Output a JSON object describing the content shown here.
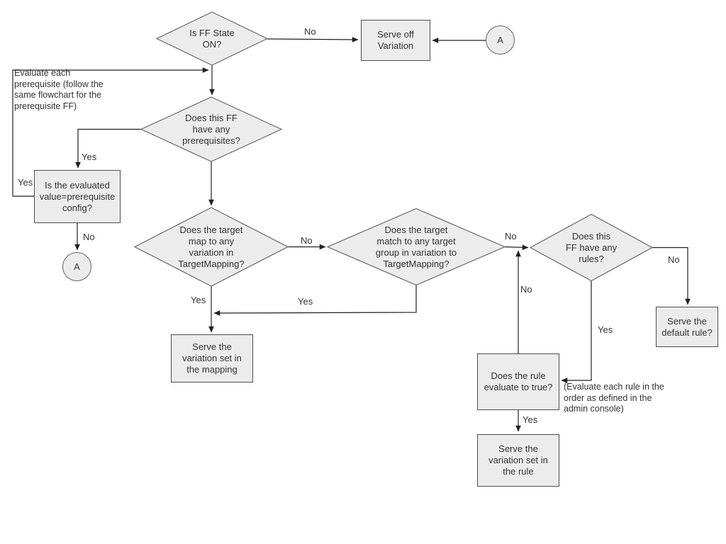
{
  "diagram_type": "flowchart",
  "topic": "Feature flag (FF) evaluation flow",
  "colors": {
    "background": "#ffffff",
    "shape_fill": "#ececec",
    "shape_border": "#4d4d4d",
    "diamond_border": "#666666",
    "line": "#212121",
    "text": "#333333"
  },
  "nodes": {
    "ff_state": {
      "type": "decision",
      "label": "Is FF State\nON?"
    },
    "serve_off": {
      "type": "process",
      "label": "Serve off\nVariation"
    },
    "a_top": {
      "type": "connector",
      "label": "A"
    },
    "prereqs": {
      "type": "decision",
      "label": "Does this FF\nhave any\nprerequisites?"
    },
    "evaluated_config": {
      "type": "process",
      "label": "Is the evaluated\nvalue=prerequisite\nconfig?"
    },
    "a_left": {
      "type": "connector",
      "label": "A"
    },
    "target_map": {
      "type": "decision",
      "label": "Does the target\nmap to any\nvariation in\nTargetMapping?"
    },
    "target_match": {
      "type": "decision",
      "label": "Does the target\nmatch to any target\ngroup in variation to\nTargetMapping?"
    },
    "rules": {
      "type": "decision",
      "label": "Does this\nFF have any\nrules?"
    },
    "serve_default": {
      "type": "process",
      "label": "Serve the\ndefault rule?"
    },
    "rule_evaluate": {
      "type": "process",
      "label": "Does the rule\nevaluate to true?"
    },
    "serve_rule": {
      "type": "process",
      "label": "Serve the\nvariation set in\nthe rule"
    },
    "serve_mapping": {
      "type": "process",
      "label": "Serve the\nvariation set in\nthe mapping"
    }
  },
  "annotations": {
    "evaluate_prereq": "Evaluate each\nprerequisite (follow the\nsame flowchart for the\nprerequisite FF)",
    "evaluate_rules": "(Evaluate each rule in the\norder as defined in the\nadmin console)"
  },
  "edges": [
    {
      "from": "ff_state",
      "to": "serve_off",
      "label": "No"
    },
    {
      "from": "a_top",
      "to": "serve_off",
      "label": ""
    },
    {
      "from": "ff_state",
      "to": "prereqs",
      "label": ""
    },
    {
      "from": "prereqs",
      "to": "evaluated_config",
      "label": "Yes"
    },
    {
      "from": "evaluated_config",
      "to": "prereqs",
      "label": "Yes"
    },
    {
      "from": "evaluated_config",
      "to": "a_left",
      "label": "No"
    },
    {
      "from": "prereqs",
      "to": "target_map",
      "label": ""
    },
    {
      "from": "target_map",
      "to": "target_match",
      "label": "No"
    },
    {
      "from": "target_match",
      "to": "rules",
      "label": "No"
    },
    {
      "from": "rule_evaluate",
      "to": "rules",
      "label": "No"
    },
    {
      "from": "rules",
      "to": "serve_default",
      "label": "No"
    },
    {
      "from": "rules",
      "to": "rule_evaluate",
      "label": "Yes"
    },
    {
      "from": "rule_evaluate",
      "to": "serve_rule",
      "label": "Yes"
    },
    {
      "from": "target_match",
      "to": "serve_mapping",
      "label": "Yes"
    },
    {
      "from": "target_map",
      "to": "serve_mapping",
      "label": "Yes"
    }
  ]
}
